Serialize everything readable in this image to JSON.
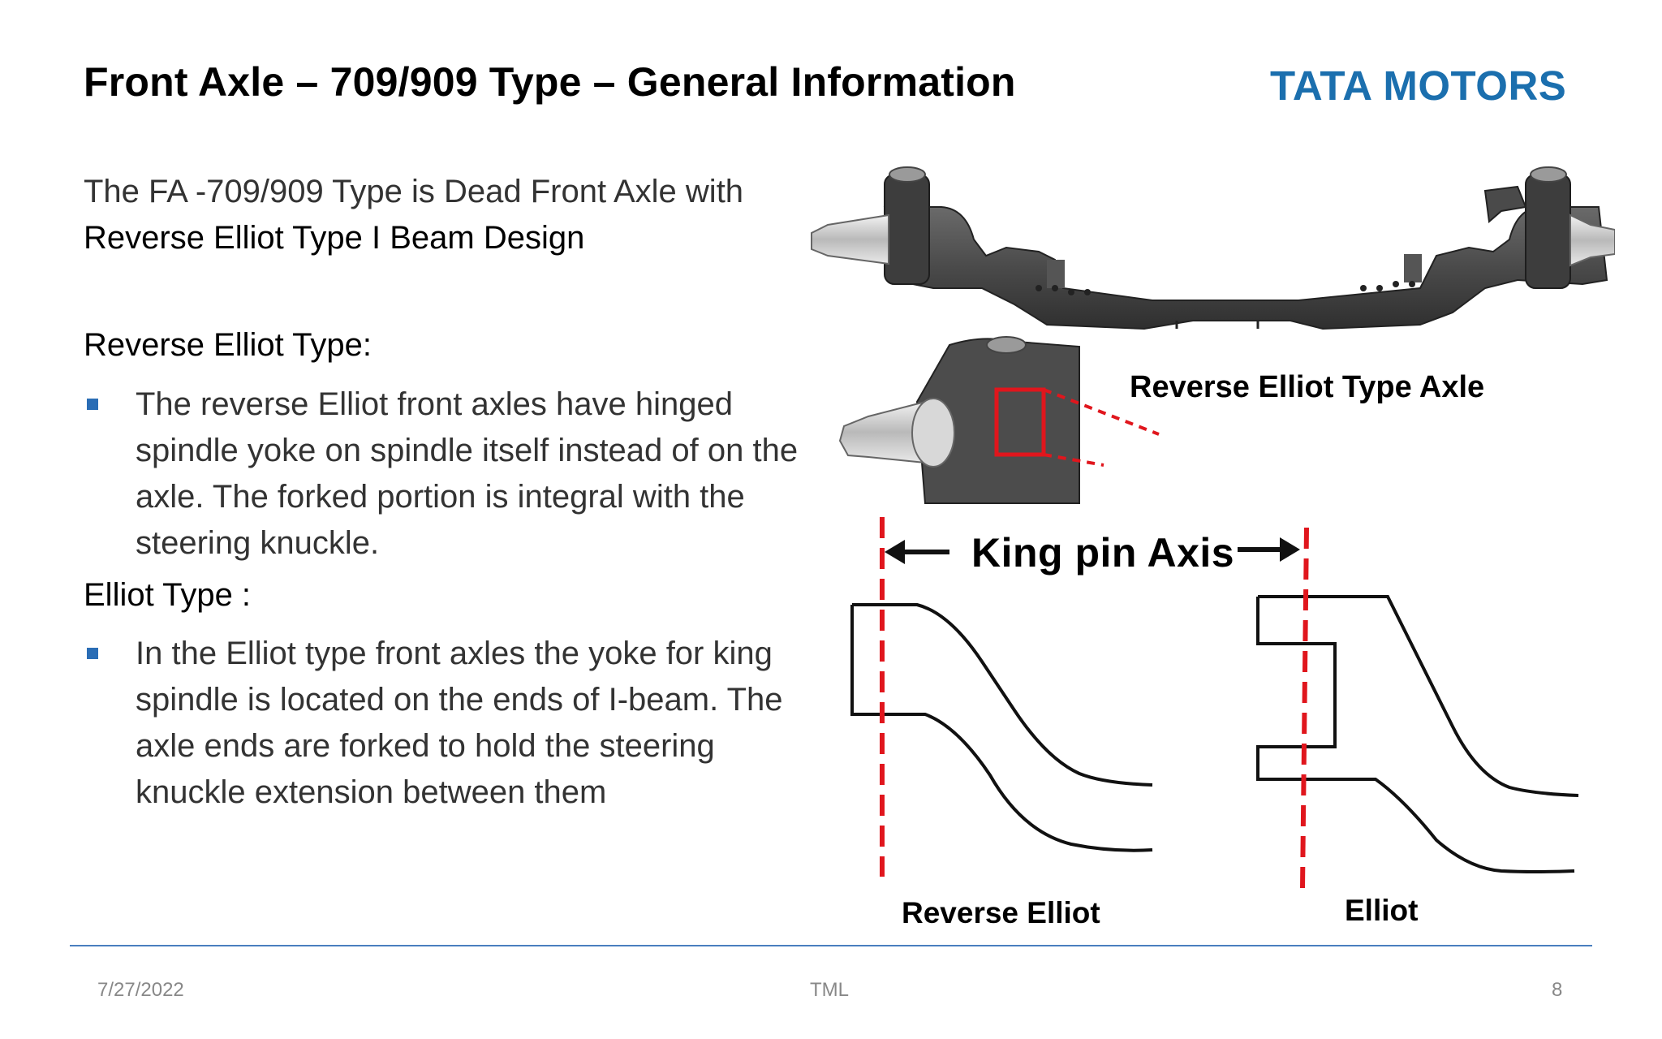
{
  "slide": {
    "title": "Front Axle – 709/909  Type – General Information",
    "logo": "TATA MOTORS",
    "intro_line1": "The FA -709/909 Type is Dead Front Axle with",
    "intro_line2": "Reverse Elliot Type I Beam Design",
    "section1_heading": "Reverse Elliot Type:",
    "section1_bullet": "The reverse Elliot front axles have hinged spindle yoke on spindle itself instead of on the axle. The forked portion is integral with the steering knuckle.",
    "section2_heading": "Elliot Type :",
    "section2_bullet": "In the Elliot type front axles the yoke for king spindle is located on the ends of I-beam. The axle ends are forked to hold the steering knuckle extension between them"
  },
  "figure": {
    "callout_label": "Reverse Elliot Type Axle",
    "axis_label": "King pin Axis",
    "left_caption": "Reverse Elliot",
    "right_caption": "Elliot"
  },
  "footer": {
    "date": "7/27/2022",
    "center": "TML",
    "page": "8"
  },
  "colors": {
    "logo": "#1b6fae",
    "bullet": "#2a6db5",
    "footer_rule": "#4a7fbf",
    "axis_dash": "#e0161d",
    "axle_body": "#4a4a4a"
  }
}
